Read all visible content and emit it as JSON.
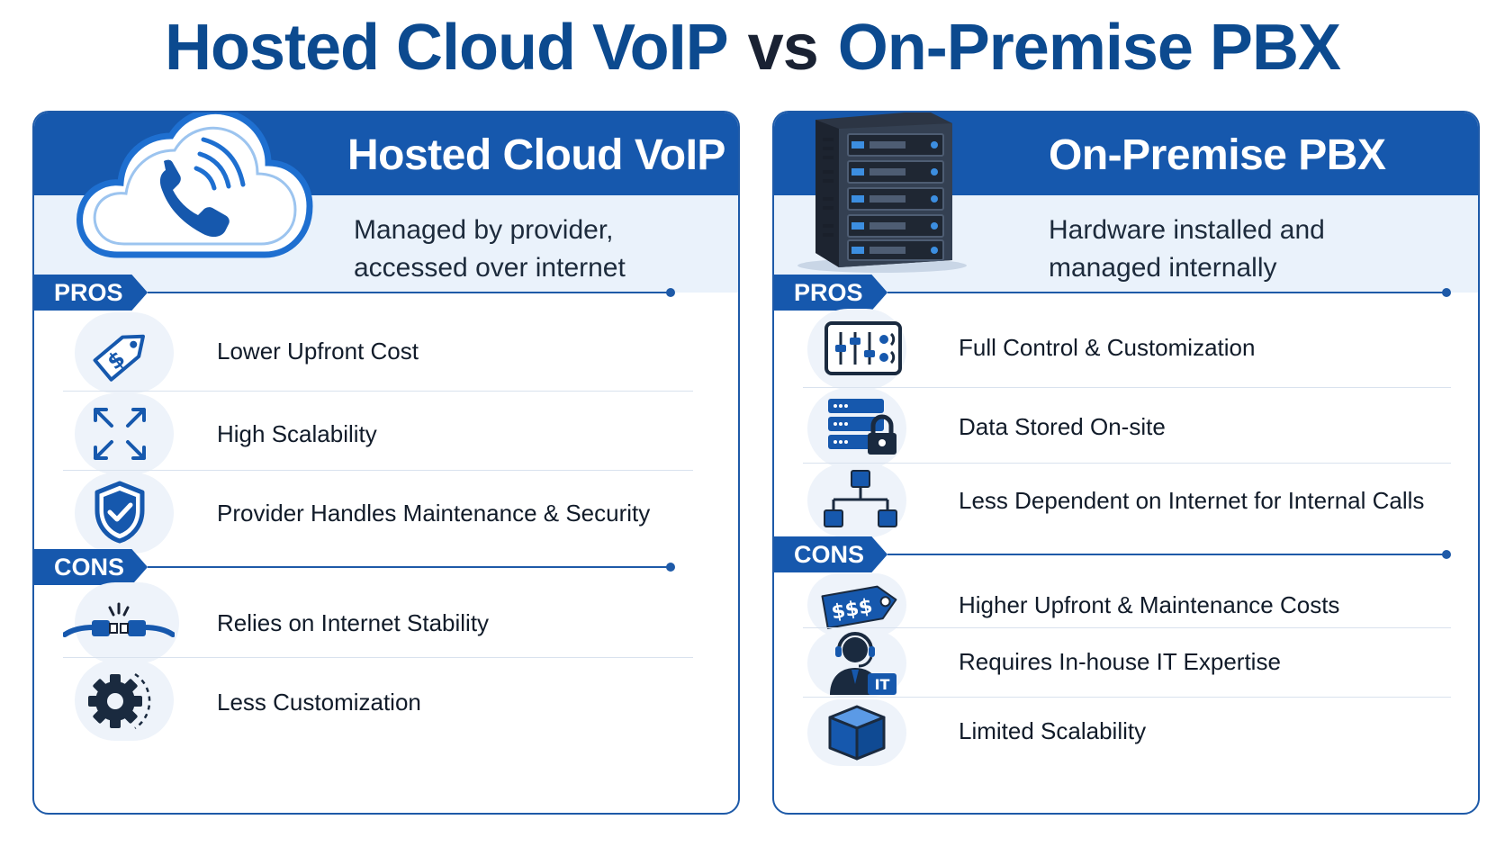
{
  "title": {
    "left": "Hosted Cloud VoIP",
    "vs": "vs",
    "right": "On-Premise PBX"
  },
  "colors": {
    "primary": "#1658ad",
    "title_blue": "#0c4a8f",
    "light_band": "#eaf2fb"
  },
  "left_panel": {
    "title": "Hosted Cloud VoIP",
    "description_line1": "Managed by provider,",
    "description_line2": "accessed over internet",
    "hero_icon": "cloud-phone-icon",
    "pros_label": "PROS",
    "pros": [
      {
        "icon": "price-tag-icon",
        "text": "Lower Upfront Cost"
      },
      {
        "icon": "expand-arrows-icon",
        "text": "High Scalability"
      },
      {
        "icon": "shield-check-icon",
        "text": "Provider Handles Maintenance & Security"
      }
    ],
    "cons_label": "CONS",
    "cons": [
      {
        "icon": "network-cable-icon",
        "text": "Relies on Internet Stability"
      },
      {
        "icon": "gear-icon",
        "text": "Less Customization"
      }
    ]
  },
  "right_panel": {
    "title": "On-Premise PBX",
    "description_line1": "Hardware installed and",
    "description_line2": "managed internally",
    "hero_icon": "server-rack-icon",
    "pros_label": "PROS",
    "pros": [
      {
        "icon": "sliders-icon",
        "text": "Full Control & Customization"
      },
      {
        "icon": "server-lock-icon",
        "text": "Data Stored On-site"
      },
      {
        "icon": "network-hierarchy-icon",
        "text": "Less Dependent on Internet for Internal Calls"
      }
    ],
    "cons_label": "CONS",
    "cons": [
      {
        "icon": "dollar-tag-icon",
        "text": "Higher Upfront & Maintenance Costs",
        "tag_text": "$$$"
      },
      {
        "icon": "it-support-icon",
        "text": "Requires In-house IT Expertise",
        "badge_text": "IT"
      },
      {
        "icon": "cube-icon",
        "text": "Limited Scalability"
      }
    ]
  }
}
